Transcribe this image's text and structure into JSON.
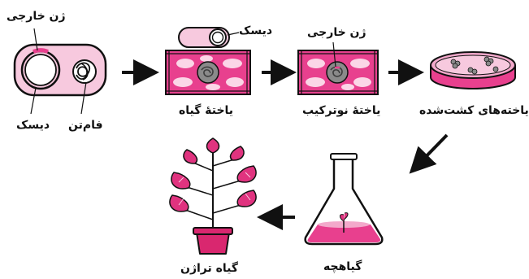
{
  "colors": {
    "magenta": "#e8408e",
    "pink_light": "#f7c9de",
    "pink_mid": "#f07bb0",
    "dish_fill": "#f3a9cb",
    "leaf": "#e0337f",
    "pot": "#d9276f",
    "outline": "#111111",
    "nucleus": "#8a8a8a",
    "chromatin": "#3d3d3d"
  },
  "labels": {
    "foreign_gene_top": "ژن خارجی",
    "disk_left": "دیسک",
    "chromosome": "فام‌تن",
    "disk_top": "دیسک",
    "foreign_gene_mid": "ژن خارجی",
    "plant_cell": "یاختهٔ گیاه",
    "recombinant_cell": "یاختهٔ نوترکیب",
    "cultured_cells": "یاخته‌های کشت‌شده",
    "plantlet": "گیاهچه",
    "transgenic_plant": "گیاه تراژن"
  }
}
